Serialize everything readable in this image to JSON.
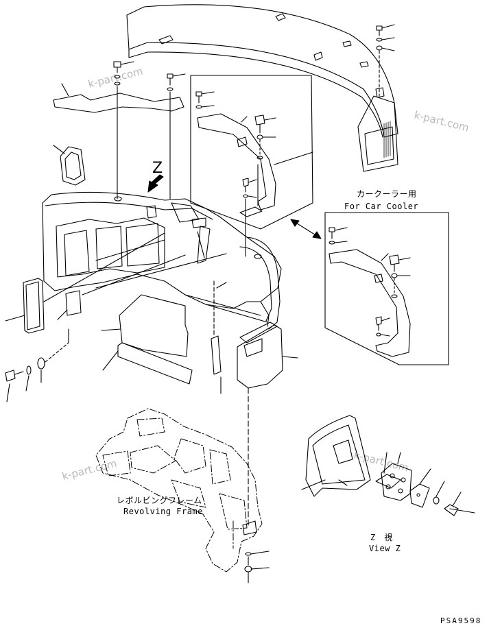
{
  "watermarks": [
    "k-part.com",
    "k-part.com",
    "k-part.com",
    "k-part.com"
  ],
  "z_marker": "Z",
  "car_cooler": {
    "label_jp": "カークーラー用",
    "label_en": "For Car Cooler"
  },
  "revolving_frame": {
    "label_jp": "レボルビングフレーム",
    "label_en": "Revolving Frame"
  },
  "view_z": {
    "label_jp": "Z　視",
    "label_en": "View Z"
  },
  "drawing_code": "PSA9598"
}
